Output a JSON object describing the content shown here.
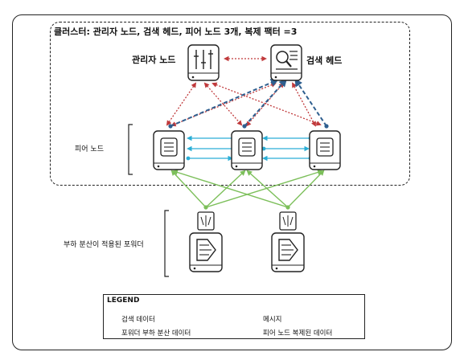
{
  "cluster_title": "클러스터: 관리자 노드, 검색 헤드, 피어 노드 3개, 복제 팩터 =3",
  "nodes": {
    "manager_label": "관리자 노드",
    "search_head_label": "검색 헤드",
    "peer_nodes_label": "피어 노드",
    "forwarders_label": "부하 분산이 적용된 포워더"
  },
  "legend": {
    "title": "LEGEND",
    "items": [
      {
        "label": "검색 데이터",
        "color": "#2f5f8f"
      },
      {
        "label": "메시지",
        "color": "#c0393b"
      },
      {
        "label": "포워더 부하 분산 데이터",
        "color": "#7cbf5a"
      },
      {
        "label": "피어 노드 복제된 데이터",
        "color": "#2aaed6"
      }
    ]
  },
  "colors": {
    "search_data": "#2f5f8f",
    "messages": "#c0393b",
    "forwarder_data": "#7cbf5a",
    "replicated_data": "#2aaed6"
  }
}
